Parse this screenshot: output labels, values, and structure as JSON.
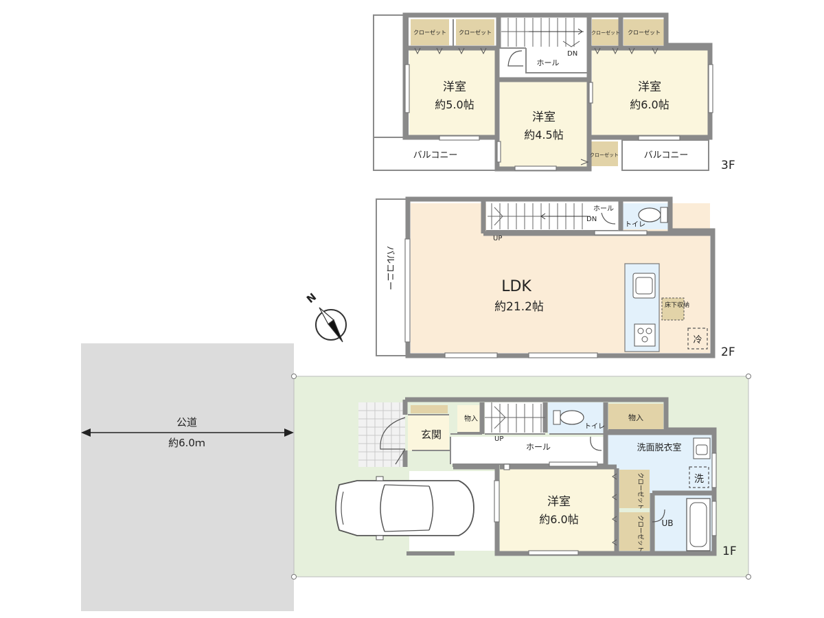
{
  "colors": {
    "room_yellow": "#fbf6dd",
    "ldk": "#fbecd7",
    "wet": "#e3f1fb",
    "closet": "#e2d3a8",
    "lot": "#e6f0dc",
    "road": "#dcdcdc",
    "wall": "#8a8a8a",
    "tile": "#d4d4d4"
  },
  "floor3": {
    "label": "3F",
    "closet_label": "クローゼット",
    "hall": "ホール",
    "stair_dn": "DN",
    "room_a": {
      "name": "洋室",
      "area": "約5.0帖"
    },
    "room_b": {
      "name": "洋室",
      "area": "約4.5帖"
    },
    "room_c": {
      "name": "洋室",
      "area": "約6.0帖"
    },
    "balcony_left": "バルコニー",
    "balcony_right": "バルコニー"
  },
  "floor2": {
    "label": "2F",
    "ldk_name": "LDK",
    "ldk_area": "約21.2帖",
    "balcony": "バルコニー",
    "hall": "ホール",
    "toilet": "トイレ",
    "stair_up": "UP",
    "stair_dn": "DN",
    "underfloor": "床下収納",
    "fridge": "冷"
  },
  "floor1": {
    "label": "1F",
    "entrance": "玄関",
    "storage_a": "物入",
    "storage_b": "物入",
    "hall": "ホール",
    "toilet": "トイレ",
    "stair_up": "UP",
    "washroom": "洗面脱衣室",
    "washer": "洗",
    "bath": "UB",
    "room": {
      "name": "洋室",
      "area": "約6.0帖"
    },
    "closet_label": "クローゼット"
  },
  "road": {
    "name": "公道",
    "width": "約6.0ｍ"
  },
  "compass": {
    "north": "N"
  }
}
